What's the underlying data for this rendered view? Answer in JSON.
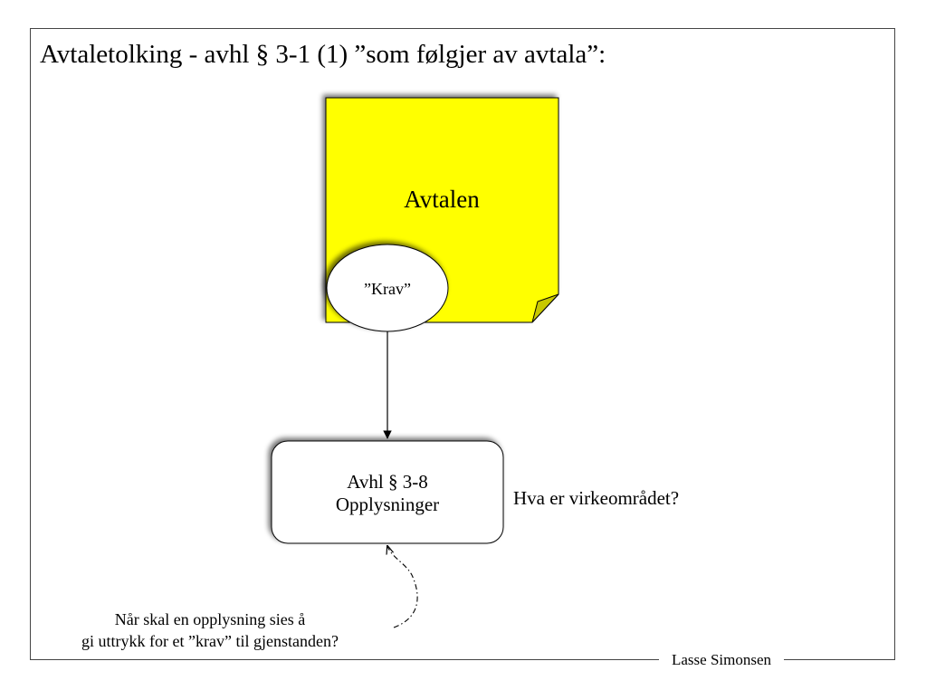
{
  "slide": {
    "title": "Avtaletolking - avhl § 3-1 (1) ”som følgjer av avtala”:",
    "author": "Lasse Simonsen"
  },
  "diagram": {
    "document_label": "Avtalen",
    "ellipse_label": "”Krav”",
    "box_line1": "Avhl § 3-8",
    "box_line2": "Opplysninger",
    "side_question": "Hva er virkeområdet?",
    "bottom_question_line1": "Når skal en opplysning sies å",
    "bottom_question_line2": "gi uttrykk for et ”krav” til gjenstanden?"
  },
  "colors": {
    "document_fill": "#ffff00",
    "document_fold": "#c8c800",
    "stroke": "#000000"
  }
}
